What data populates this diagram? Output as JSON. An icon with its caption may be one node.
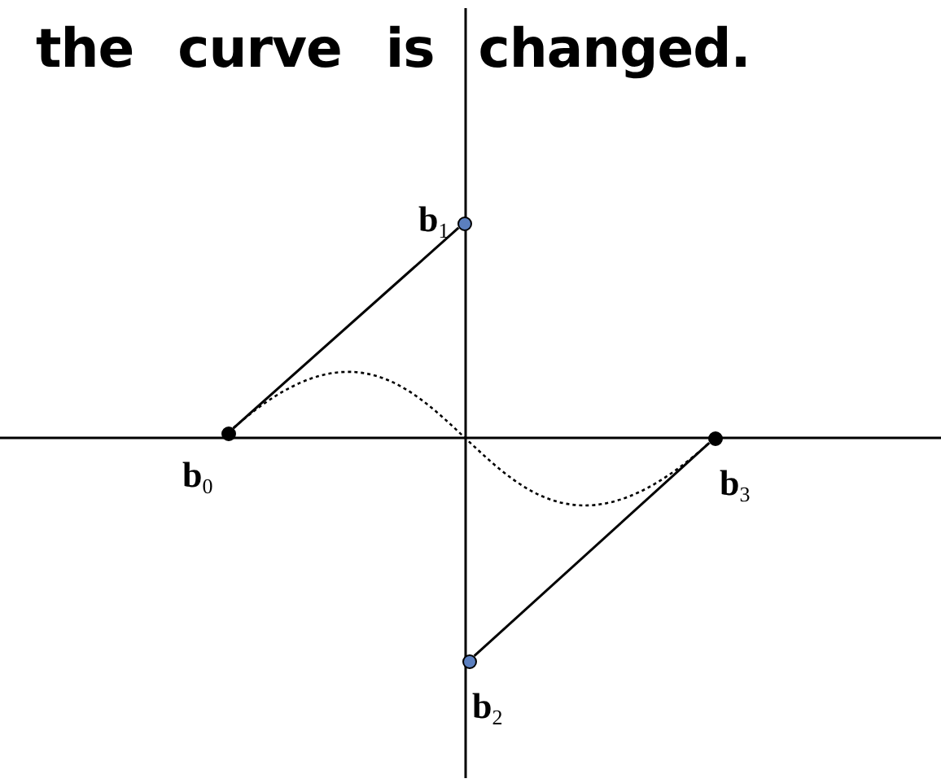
{
  "diagram": {
    "title": "the curve is changed.",
    "nodes": [
      {
        "text": [],
        "shape": "circle",
        "beside": [
          "**b**$_{1}$"
        ]
      },
      {
        "text": [],
        "shape": "circle",
        "beside": [
          "**b**$_{0}$"
        ]
      },
      {
        "text": [],
        "shape": "circle",
        "beside": [
          "**b**$_{3}$"
        ]
      },
      {
        "text": [],
        "shape": "circle",
        "beside": [
          "**b**$_{2}$"
        ]
      }
    ],
    "edges": [
      {
        "from": 1,
        "to": 0,
        "arrow": "none"
      },
      {
        "from": 3,
        "to": 2,
        "arrow": "none"
      },
      {
        "from": 1,
        "to": 2,
        "arrow": "none",
        "style": "dashed"
      }
    ]
  }
}
